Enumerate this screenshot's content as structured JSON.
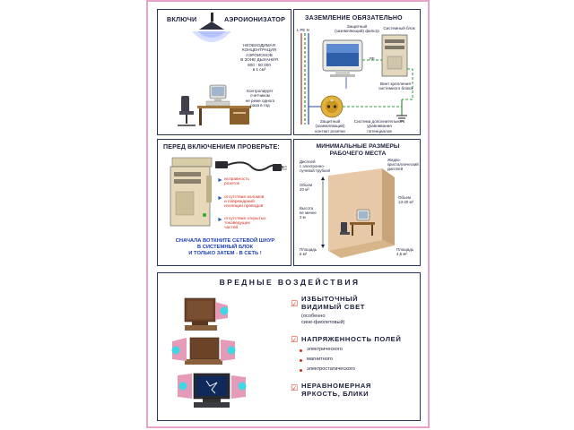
{
  "panel1": {
    "title_left": "ВКЛЮЧИ",
    "title_right": "АЭРОИОНИЗАТОР",
    "concentration_lines": [
      "НЕОБХОДИМАЯ",
      "КОНЦЕНТРАЦИЯ",
      "АЭРОИОНОВ",
      "В ЗОНЕ ДЫХАНИЯ",
      "600 - 50 000",
      "в 1 см³"
    ],
    "control_lines": [
      "Контролирует",
      "счетчиком",
      "не реже одного",
      "раза в год"
    ]
  },
  "panel2": {
    "title": "ЗАЗЕМЛЕНИЕ ОБЯЗАТЕЛЬНО",
    "label_l": "L PE N",
    "label_screen": [
      "Защитный",
      "(заземляющий) фильтр"
    ],
    "label_unit": [
      "Системный блок"
    ],
    "label_pe": "PE",
    "label_case": [
      "Винт крепления",
      "системного блока"
    ],
    "label_contact": [
      "Защитный",
      "(заземляющий)",
      "контакт розетки"
    ],
    "label_wire": [
      "Система дополнительного",
      "уравнивания",
      "потенциалов"
    ]
  },
  "panel3": {
    "title": "ПЕРЕД ВКЛЮЧЕНИЕМ ПРОВЕРЬТЕ:",
    "checks": [
      "исправность\nрозеток",
      "отсутствие изломов\nи повреждений\nизоляции проводов",
      "отсутствие открытых\nтоковедущих\nчастей"
    ],
    "warning_lines": [
      "СНАЧАЛА ВОТКНИТЕ СЕТЕВОЙ ШНУР",
      "В СИСТЕМНЫЙ БЛОК",
      "И ТОЛЬКО ЗАТЕМ - В СЕТЬ !"
    ]
  },
  "panel4": {
    "title_lines": [
      "МИНИМАЛЬНЫЕ РАЗМЕРЫ",
      "РАБОЧЕГО МЕСТА"
    ],
    "crt_label": [
      "Дисплей",
      "с электронно-",
      "лучевой трубкой"
    ],
    "lcd_label": [
      "Жидко-",
      "кристаллический",
      "дисплей"
    ],
    "volume_crt": [
      "Объем",
      "20 м³"
    ],
    "volume_lcd": [
      "Объем",
      "13-20 м³"
    ],
    "height": [
      "Высота",
      "не менее",
      "3 м"
    ],
    "area_crt": [
      "Площадь",
      "6 м²"
    ],
    "area_lcd": [
      "Площадь",
      "4,5 м²"
    ]
  },
  "panel5": {
    "title": "ВРЕДНЫЕ ВОЗДЕЙСТВИЯ",
    "item1_lines": [
      "ИЗБЫТОЧНЫЙ",
      "ВИДИМЫЙ СВЕТ"
    ],
    "item1_note": [
      "(особенно",
      "сине-фиолетовый)"
    ],
    "item2_title": "НАПРЯЖЕННОСТЬ ПОЛЕЙ",
    "item2_subs": [
      "электрического",
      "магнитного",
      "электростатического"
    ],
    "item3_lines": [
      "НЕРАВНОМЕРНАЯ",
      "ЯРКОСТЬ, БЛИКИ"
    ]
  },
  "colors": {
    "border_pink": "#e7a3c8",
    "panel_border": "#2a3658",
    "title_blue": "#1b1f3a",
    "red": "#d42c1a",
    "cyan": "#3fd6e6",
    "room_wall": "#e7c9a7",
    "unit_beige": "#e6d8b8"
  },
  "icons": [
    "ionizer-lamp-icon",
    "check-arrow-icon",
    "checkbox-checked-icon",
    "red-dot-icon"
  ]
}
